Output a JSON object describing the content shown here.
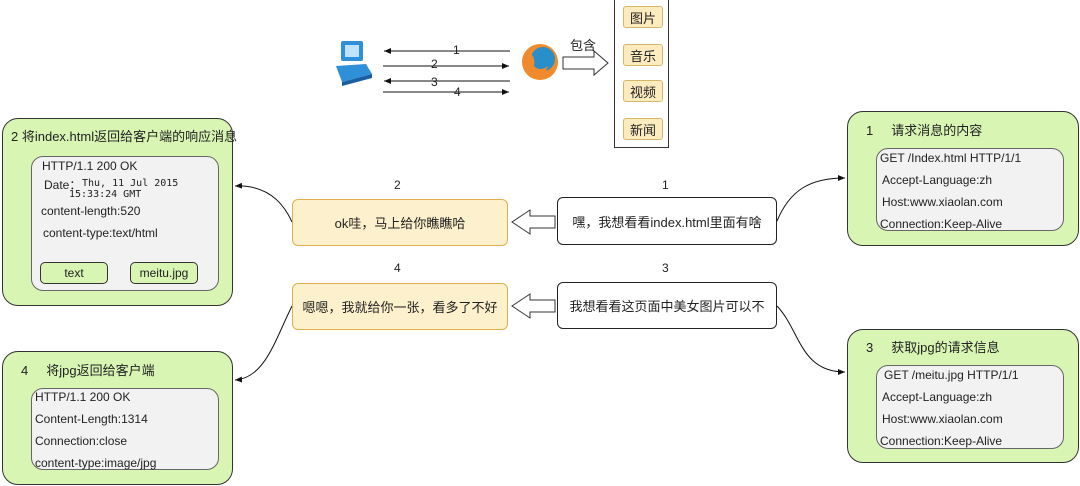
{
  "top": {
    "arrows": [
      "1",
      "2",
      "3",
      "4"
    ],
    "contains_label": "包含",
    "resources": [
      "图片",
      "音乐",
      "视频",
      "新闻"
    ]
  },
  "messages": {
    "m1": {
      "num": "1",
      "text": "嘿，我想看看index.html里面有啥"
    },
    "m2": {
      "num": "2",
      "text": "ok哇，马上给你瞧瞧哈"
    },
    "m3": {
      "num": "3",
      "text": "我想看看这页面中美女图片可以不"
    },
    "m4": {
      "num": "4",
      "text": "嗯嗯，我就给你一张，看多了不好"
    }
  },
  "response1": {
    "title": "2  将index.html返回给客户端的响应消息",
    "lines": [
      "HTTP/1.1 200 OK",
      "Date：",
      "Thu, 11 Jul 2015",
      "15:33:24 GMT",
      "content-length:520",
      "content-type:text/html"
    ],
    "buttons": [
      "text",
      "meitu.jpg"
    ]
  },
  "response2": {
    "title": "4     将jpg返回给客户端",
    "lines": [
      "HTTP/1.1 200 OK",
      "Content-Length:1314",
      "Connection:close",
      "content-type:image/jpg"
    ]
  },
  "request1": {
    "title": "1     请求消息的内容",
    "lines": [
      "GET /Index.html  HTTP/1/1",
      "Accept-Language:zh",
      "Host:www.xiaolan.com",
      "Connection:Keep-Alive"
    ]
  },
  "request2": {
    "title": "3     获取jpg的请求信息",
    "lines": [
      "GET /meitu.jpg  HTTP/1/1",
      "Accept-Language:zh",
      "Host:www.xiaolan.com",
      "Connection:Keep-Alive"
    ]
  },
  "colors": {
    "box_green": "#d8f5b4",
    "inner_gray": "#f2f2f2",
    "note_yellow": "#fdf0cc",
    "computer_blue": "#2f8fd8",
    "firefox_orange": "#f08a2c",
    "firefox_blue": "#2a8ec8"
  }
}
